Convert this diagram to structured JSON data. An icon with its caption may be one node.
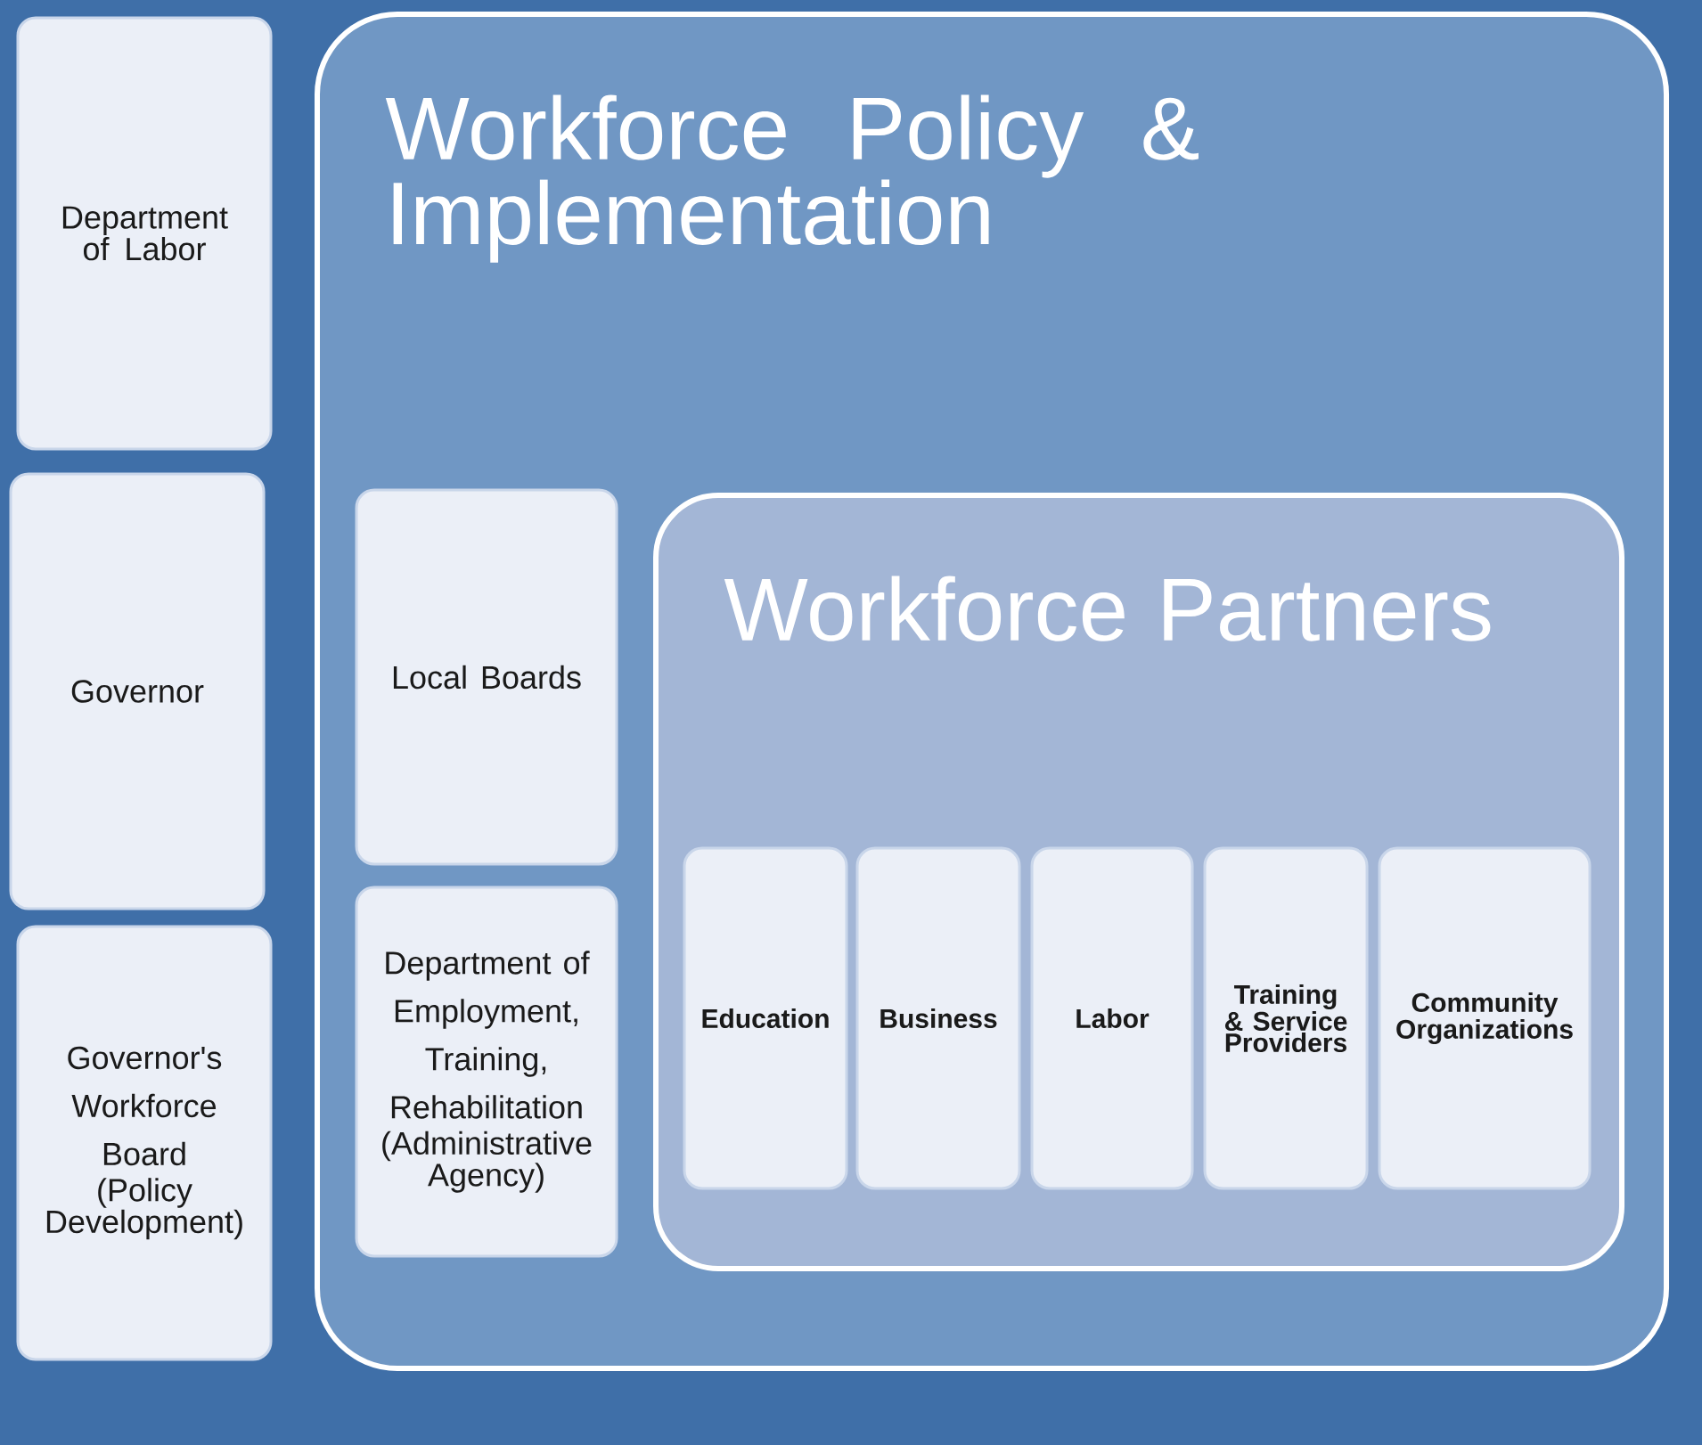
{
  "diagram": {
    "nodes": [
      {
        "text": [
          "Department of Labor"
        ]
      },
      {
        "text": [
          "Governor"
        ]
      },
      {
        "text": [
          "Governor's Workforce Board",
          "(Policy Development)"
        ]
      },
      {
        "text": [
          "Workforce Policy & Implementation"
        ]
      },
      {
        "text": [
          "Local Boards"
        ],
        "in": 3
      },
      {
        "text": [
          "Department of Employment, Training, Rehabilitation",
          "(Administrative Agency)"
        ],
        "in": 3
      },
      {
        "text": [
          "Workforce Partners"
        ],
        "in": 3
      },
      {
        "text": [
          "Education"
        ],
        "in": 6
      },
      {
        "text": [
          "Business"
        ],
        "in": 6
      },
      {
        "text": [
          "Labor"
        ],
        "in": 6
      },
      {
        "text": [
          "Training & Service Providers"
        ],
        "in": 6
      },
      {
        "text": [
          "Community Organizations"
        ],
        "in": 6
      }
    ]
  }
}
